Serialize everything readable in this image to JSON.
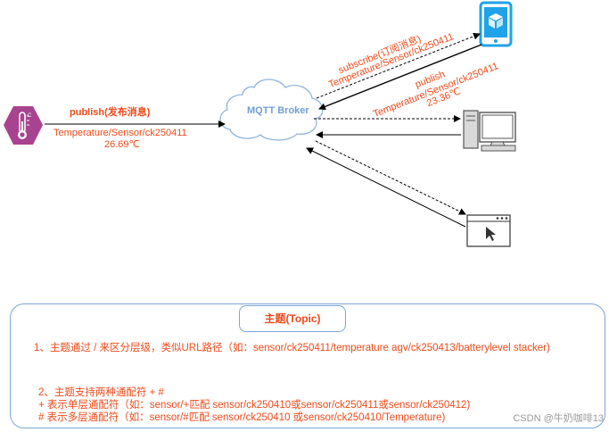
{
  "broker": {
    "label": "MQTT Broker"
  },
  "publisher": {
    "action": "publish(发布消息)",
    "topic": "Temperature/Sensor/ck250411",
    "value": "26.69℃"
  },
  "subscriber": {
    "action": "subscribe(订阅消息)",
    "topic": "Temperature/Sensor/ck250411"
  },
  "forward": {
    "action": "publish",
    "topic": "Temperature/Sensor/ck250411",
    "value": "23.36℃"
  },
  "topic_panel": {
    "title": "主题(Topic)",
    "line1": "1、主题通过 / 来区分层级，类似URL路径（如：sensor/ck250411/temperature   agv/ck250413/batterylevel    stacker)",
    "line2": "2、主题支持两种通配符 +  #",
    "line3": "+ 表示单层通配符（如：sensor/+匹配 sensor/ck250410或sensor/ck250411或sensor/ck250412)",
    "line4": "# 表示多层通配符（如：sensor/#匹配 sensor/ck250410 或sensor/ck250410/Temperature)"
  },
  "watermark": "CSDN @牛奶咖啡13",
  "colors": {
    "accent_text": "#f04a1a",
    "broker_text": "#6f9fd8",
    "cloud_stroke": "#8fb3dd",
    "thermometer": "#a84390",
    "device": "#1fa3e8",
    "box_border": "#7aa6d6"
  },
  "icons": [
    "thermometer-icon",
    "cloud-icon",
    "mobile-phone-icon",
    "desktop-computer-icon",
    "browser-window-icon"
  ]
}
